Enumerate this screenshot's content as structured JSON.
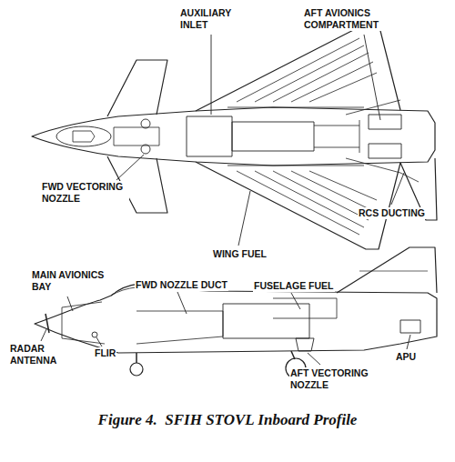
{
  "diagram": {
    "caption": "Figure 4.  SFIH STOVL Inboard Profile",
    "labels": [
      "AUXILIARY INLET",
      "AFT AVIONICS COMPARTMENT",
      "FWD VECTORING NOZZLE",
      "RCS DUCTING",
      "WING FUEL",
      "MAIN AVIONICS BAY",
      "FWD NOZZLE DUCT",
      "FUSELAGE FUEL",
      "RADAR ANTENNA",
      "FLIR",
      "AFT VECTORING NOZZLE",
      "APU"
    ]
  }
}
